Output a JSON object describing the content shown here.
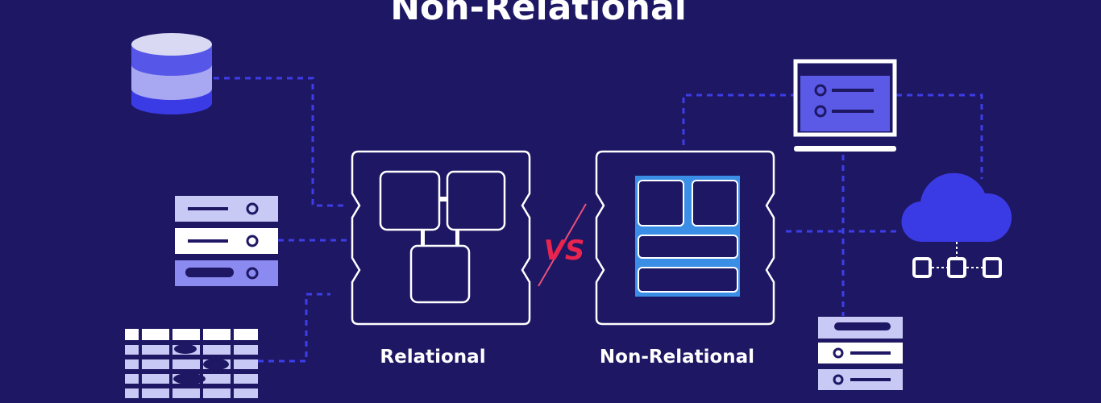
{
  "title": "Non-Relational",
  "labels": {
    "relational": "Relational",
    "non_relational": "Non-Relational",
    "vs": "VS"
  },
  "colors": {
    "background": "#1e1764",
    "accent": "#3d3de8",
    "vs": "#e8244f",
    "white": "#ffffff"
  }
}
